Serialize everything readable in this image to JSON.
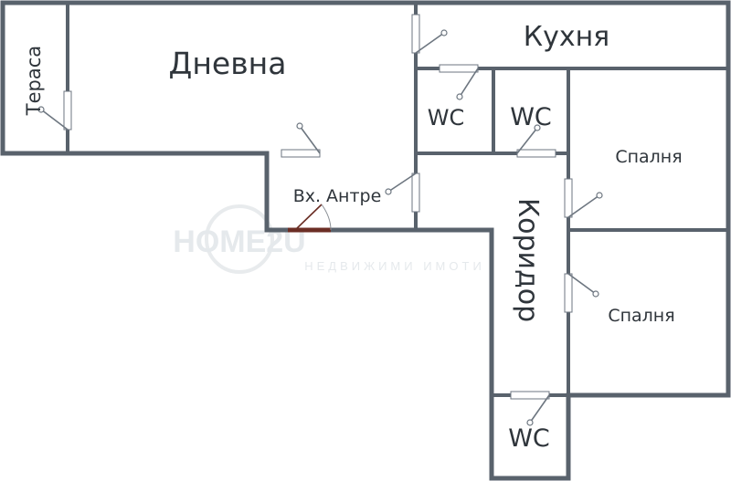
{
  "rooms": {
    "terasa": "Тераса",
    "dnevna": "Дневна",
    "kuhnya": "Кухня",
    "wc_1": "WC",
    "wc_2": "WC",
    "spalnya_1": "Спалня",
    "vh_antre": "Вх. Антре",
    "koridor": "Коридор",
    "spalnya_2": "Спалня",
    "wc_3": "WC"
  },
  "colors": {
    "wall": "#59626c",
    "text": "#2f353b",
    "entrance_door": "#6b2e25",
    "watermark": "#e3e7ea"
  },
  "watermark": {
    "logo": "HOME2U",
    "tagline": "НЕДВИЖИМИ ИМОТИ"
  }
}
